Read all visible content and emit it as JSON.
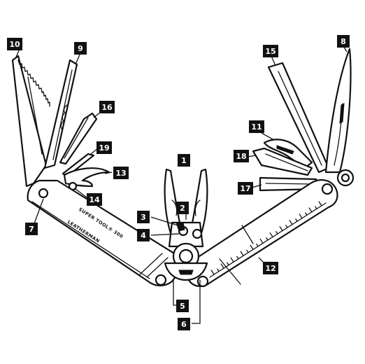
{
  "brand": {
    "name": "LEATHERMAN",
    "model": "SUPER TOOL® 300"
  },
  "callouts": [
    {
      "id": "c1",
      "label": "1"
    },
    {
      "id": "c2",
      "label": "2"
    },
    {
      "id": "c3",
      "label": "3"
    },
    {
      "id": "c4",
      "label": "4"
    },
    {
      "id": "c5",
      "label": "5"
    },
    {
      "id": "c6",
      "label": "6"
    },
    {
      "id": "c7",
      "label": "7"
    },
    {
      "id": "c8",
      "label": "8"
    },
    {
      "id": "c9",
      "label": "9"
    },
    {
      "id": "c10",
      "label": "10"
    },
    {
      "id": "c11",
      "label": "11"
    },
    {
      "id": "c12",
      "label": "12"
    },
    {
      "id": "c13",
      "label": "13"
    },
    {
      "id": "c14",
      "label": "14"
    },
    {
      "id": "c15",
      "label": "15"
    },
    {
      "id": "c16",
      "label": "16"
    },
    {
      "id": "c17",
      "label": "17"
    },
    {
      "id": "c18",
      "label": "18"
    },
    {
      "id": "c19",
      "label": "19"
    }
  ]
}
